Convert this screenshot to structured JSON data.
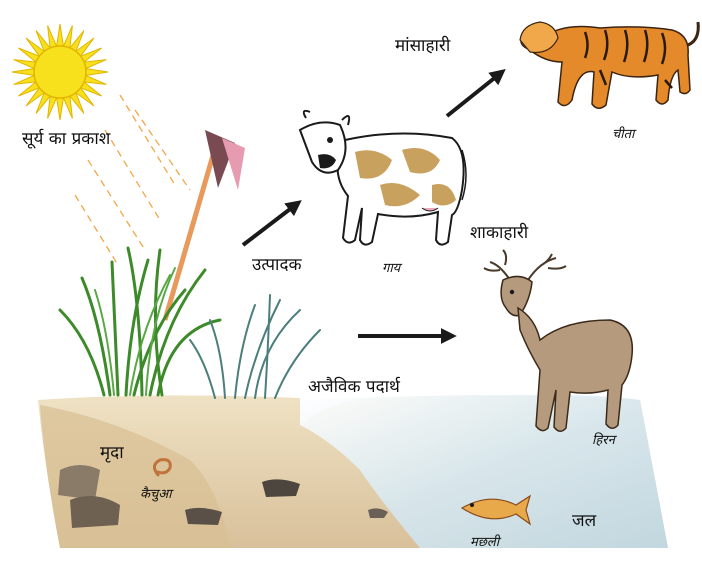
{
  "labels": {
    "sunlight": "सूर्य का प्रकाश",
    "carnivore": "मांसाहारी",
    "cheetah": "चीता",
    "producer": "उत्पादक",
    "cow": "गाय",
    "herbivore": "शाकाहारी",
    "abiotic": "अजैविक पदार्थ",
    "deer": "हिरन",
    "soil": "मृदा",
    "earthworm": "कैचुआ",
    "fish": "मछली",
    "water": "जल"
  },
  "colors": {
    "sun": "#f7e11c",
    "grass": "#3d8a2a",
    "sand": "#e6d3b0",
    "water": "#cfe4ef",
    "tiger": "#e58a2a",
    "cow_spots": "#c9a15e",
    "deer": "#b59a7e",
    "arrow": "#1a1a1a",
    "light_rays": "#f2a64a"
  },
  "icons": [
    "sun-icon",
    "grass-icon",
    "cow-icon",
    "tiger-icon",
    "deer-icon",
    "earthworm-icon",
    "fish-icon",
    "arrow-icon"
  ]
}
